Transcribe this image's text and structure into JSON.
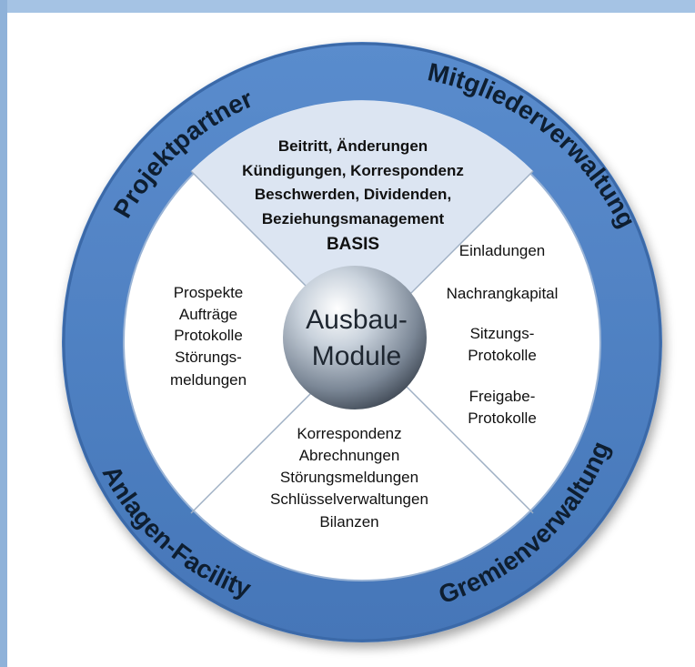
{
  "center": {
    "line1": "Ausbau-",
    "line2": "Module"
  },
  "ring_labels": {
    "top_left": "Projektpartner",
    "top_right": "Mitgliederverwaltung",
    "bottom_left": "Anlagen-Facility",
    "bottom_right": "Gremienverwaltung"
  },
  "segments": {
    "top": {
      "lines": [
        "Beitritt, Änderungen",
        "Kündigungen, Korrespondenz",
        "Beschwerden, Dividenden,",
        "Beziehungsmanagement"
      ],
      "basis": "BASIS"
    },
    "left": {
      "lines": [
        "Prospekte",
        "Aufträge",
        "Protokolle",
        "Störungs-",
        "meldungen"
      ]
    },
    "right": {
      "lines": [
        "Einladungen",
        "Nachrangkapital",
        "Sitzungs-",
        "Protokolle",
        "Freigabe-",
        "Protokolle"
      ]
    },
    "bottom": {
      "lines": [
        "Korrespondenz",
        "Abrechnungen",
        "Störungsmeldungen",
        "Schlüsselverwaltungen",
        "Bilanzen"
      ]
    }
  },
  "colors": {
    "ring": "#4f82c6",
    "ring_dark": "#2f5d99",
    "ring_label": "#0e1e30",
    "basis_fill": "#dce5f2",
    "frame_left": "#8fb2d9",
    "frame_top": "#a5c3e4"
  }
}
